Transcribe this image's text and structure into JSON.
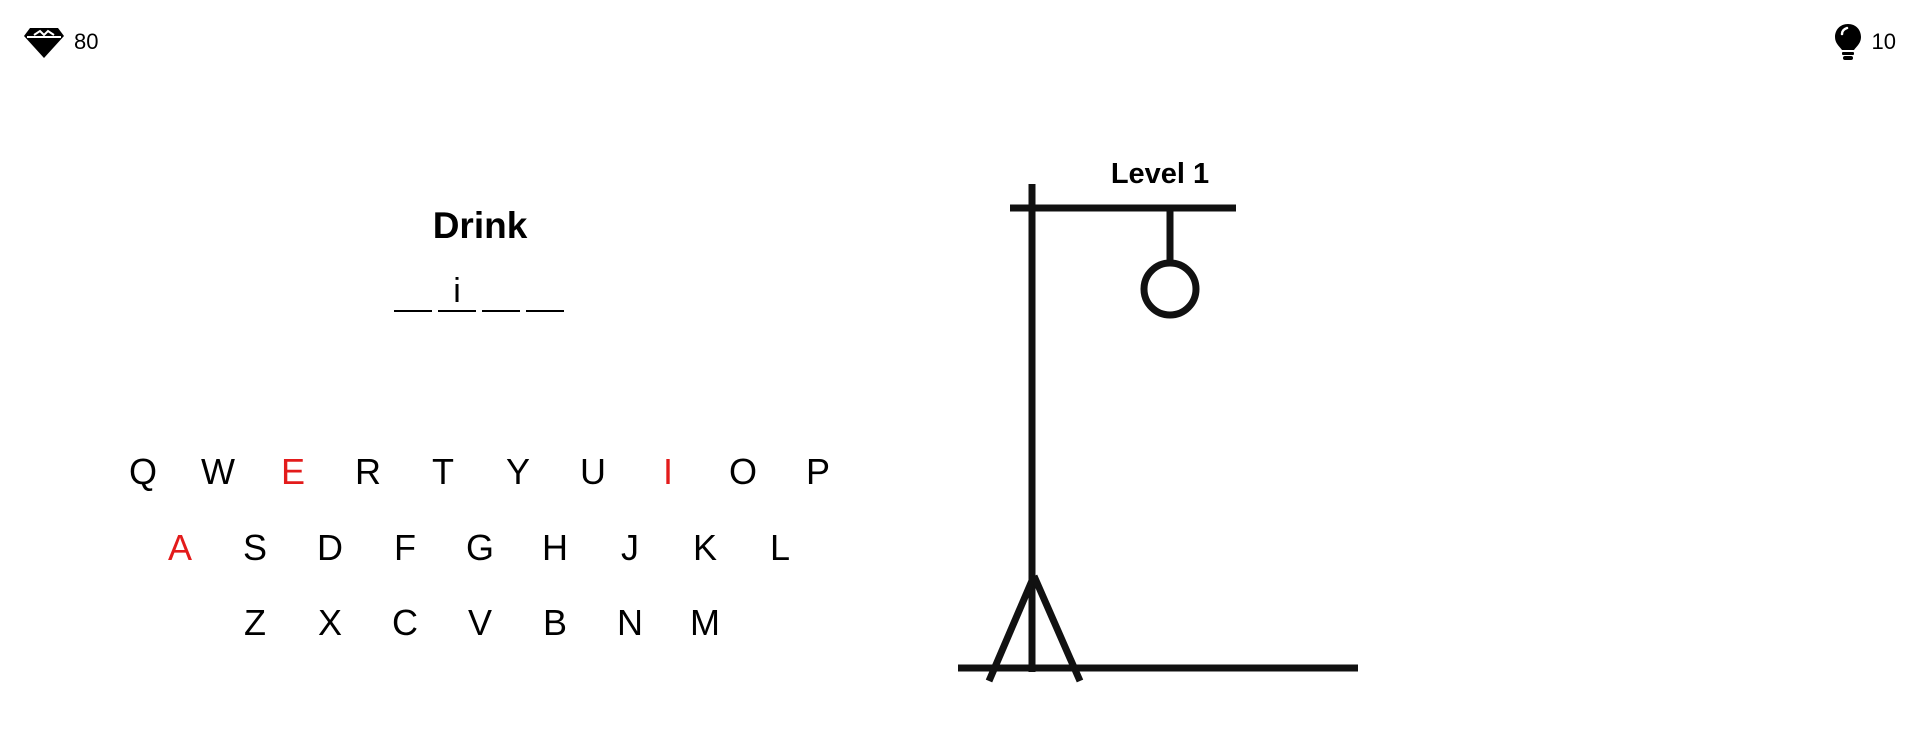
{
  "stats": {
    "gems": "80",
    "hints": "10"
  },
  "level_label": "Level 1",
  "puzzle": {
    "category": "Drink",
    "slots": [
      "",
      "i",
      "",
      ""
    ]
  },
  "keyboard": {
    "rows": [
      [
        "Q",
        "W",
        "E",
        "R",
        "T",
        "Y",
        "U",
        "I",
        "O",
        "P"
      ],
      [
        "A",
        "S",
        "D",
        "F",
        "G",
        "H",
        "J",
        "K",
        "L"
      ],
      [
        "Z",
        "X",
        "C",
        "V",
        "B",
        "N",
        "M"
      ]
    ],
    "used": [
      "E",
      "I",
      "A"
    ]
  },
  "colors": {
    "used_letter": "#e31b1b",
    "ink": "#000000"
  },
  "icons": {
    "gems": "diamond-icon",
    "hints": "lightbulb-icon"
  },
  "gallows": {
    "parts_visible": [
      "base",
      "pole",
      "top-beam",
      "rope",
      "stand",
      "head"
    ]
  }
}
